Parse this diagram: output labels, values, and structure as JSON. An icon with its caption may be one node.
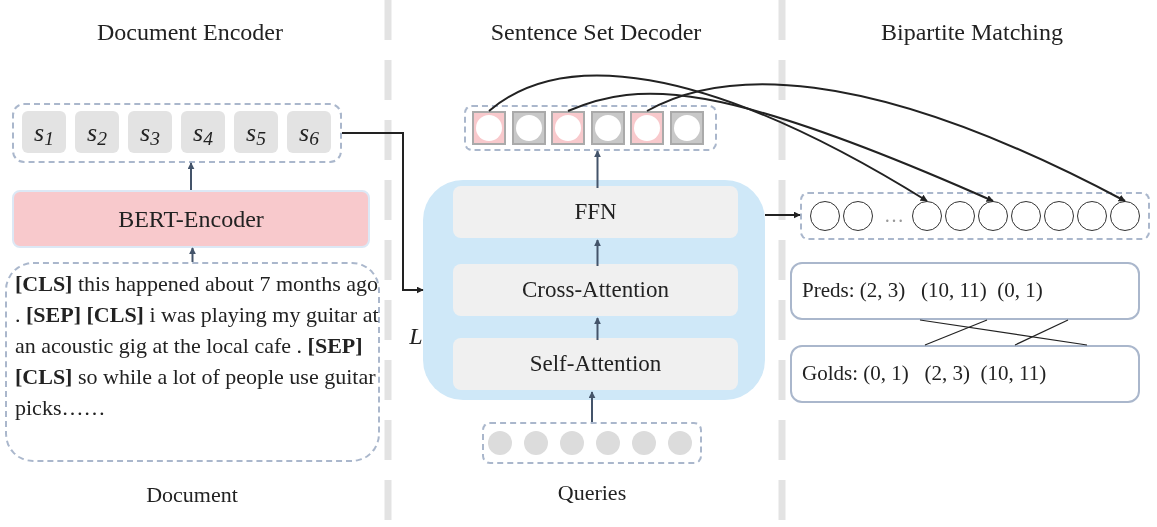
{
  "diagram": {
    "nodes": [
      {
        "text": [],
        "shape": "box"
      },
      {
        "text": [
          "s$_{1}$"
        ],
        "in": 0
      },
      {
        "text": [
          "s$_{2}$"
        ],
        "in": 0
      },
      {
        "text": [
          "s$_{3}$"
        ],
        "in": 0
      },
      {
        "text": [
          "s$_{4}$"
        ],
        "in": 0
      },
      {
        "text": [
          "s$_{5}$"
        ],
        "in": 0
      },
      {
        "text": [
          "s$_{6}$"
        ],
        "in": 0
      },
      {
        "text": [
          "BERT-Encoder"
        ]
      },
      {
        "text": [
          "**[CLS]** this happened about 7 months ago . **[SEP]** **[CLS]** i was playing my guitar at an acoustic gig at the local cafe . **[SEP]** **[CLS]**  so while a lot of people use guitar picks……"
        ],
        "beside": [
          "Document"
        ]
      },
      {
        "text": [],
        "shape": "box",
        "beside": [
          "L"
        ]
      },
      {
        "text": [
          "FFN"
        ],
        "in": 9
      },
      {
        "text": [
          "Cross-Attention"
        ],
        "in": 9
      },
      {
        "text": [
          "Self-Attention"
        ],
        "in": 9
      },
      {
        "text": [],
        "shape": "box",
        "beside": [
          "Queries"
        ]
      },
      {
        "text": [],
        "shape": "circle",
        "in": 13
      },
      {
        "text": [],
        "shape": "circle",
        "in": 13
      },
      {
        "text": [],
        "shape": "circle",
        "in": 13
      },
      {
        "text": [],
        "shape": "circle",
        "in": 13
      },
      {
        "text": [],
        "shape": "circle",
        "in": 13
      },
      {
        "text": [],
        "shape": "circle",
        "in": 13
      },
      {
        "text": [],
        "shape": "box"
      },
      {
        "text": [],
        "shape": "box",
        "in": 20
      },
      {
        "text": [],
        "shape": "box",
        "in": 20
      },
      {
        "text": [],
        "shape": "box",
        "in": 20
      },
      {
        "text": [],
        "shape": "box",
        "in": 20
      },
      {
        "text": [],
        "shape": "box",
        "in": 20
      },
      {
        "text": [],
        "shape": "box",
        "in": 20
      },
      {
        "text": [],
        "shape": "box"
      },
      {
        "text": [],
        "shape": "circle",
        "in": 27
      },
      {
        "text": [],
        "shape": "circle",
        "in": 27
      },
      {
        "text": [],
        "shape": "circle",
        "in": 27
      },
      {
        "text": [],
        "shape": "circle",
        "in": 27
      },
      {
        "text": [],
        "shape": "circle",
        "in": 27
      },
      {
        "text": [],
        "shape": "circle",
        "in": 27
      },
      {
        "text": [],
        "shape": "circle",
        "in": 27
      },
      {
        "text": [],
        "shape": "circle",
        "in": 27
      },
      {
        "text": [],
        "shape": "circle",
        "in": 27
      },
      {
        "text": [
          "Preds: (2, 3)   (10, 11)  (0, 1)"
        ]
      },
      {
        "text": [
          "Golds: (0, 1)   (2, 3)  (10, 11)"
        ]
      }
    ],
    "edges": [
      {
        "from": 8,
        "to": 7,
        "arrow": "to",
        "color": "#44546a"
      },
      {
        "from": 7,
        "to": 0,
        "arrow": "to",
        "color": "#44546a"
      },
      {
        "from": 0,
        "to": 9,
        "arrow": "to"
      },
      {
        "from": 13,
        "to": 12,
        "arrow": "to",
        "color": "#44546a"
      },
      {
        "from": 12,
        "to": 11,
        "arrow": "to",
        "color": "#44546a"
      },
      {
        "from": 11,
        "to": 10,
        "arrow": "to",
        "color": "#44546a"
      },
      {
        "from": 10,
        "to": 20,
        "arrow": "to",
        "color": "#44546a"
      },
      {
        "from": 9,
        "to": 27,
        "arrow": "to"
      },
      {
        "from": 21,
        "to": 30,
        "arrow": "to"
      },
      {
        "from": 23,
        "to": 32,
        "arrow": "to"
      },
      {
        "from": 25,
        "to": 36,
        "arrow": "to"
      },
      {
        "from": 37,
        "to": 38,
        "arrow": "none"
      },
      {
        "from": 37,
        "to": 38,
        "arrow": "none"
      },
      {
        "from": 37,
        "to": 38,
        "arrow": "none"
      }
    ],
    "labels": [
      "Document Encoder",
      "Sentence Set Decoder",
      "Bipartite Matching",
      "…"
    ]
  }
}
